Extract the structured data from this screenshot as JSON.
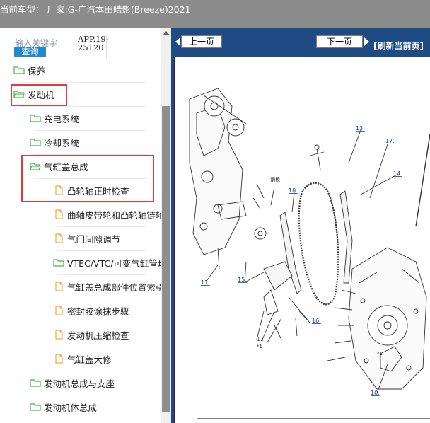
{
  "header": {
    "title": "当前车型： 厂家:G-广汽本田皓影(Breeze)2021"
  },
  "search": {
    "placeholder": "输入关键字",
    "button_label": "查询",
    "app_code_line1": "APP.19-",
    "app_code_line2": "25120"
  },
  "tree": [
    {
      "label": "保养",
      "icon": "folder-icon",
      "level": 0
    },
    {
      "label": "发动机",
      "icon": "folder-open-icon",
      "level": 0
    },
    {
      "label": "充电系统",
      "icon": "folder-icon",
      "level": 1
    },
    {
      "label": "冷却系统",
      "icon": "folder-icon",
      "level": 1
    },
    {
      "label": "气缸盖总成",
      "icon": "folder-open-icon",
      "level": 1
    },
    {
      "label": "凸轮轴正时检查",
      "icon": "document-icon",
      "level": 2
    },
    {
      "label": "曲轴皮带轮和凸轮轴链轮",
      "icon": "document-icon",
      "level": 2
    },
    {
      "label": "气门间隙调节",
      "icon": "document-icon",
      "level": 2
    },
    {
      "label": "VTEC/VTC/可变气缸管理",
      "icon": "folder-icon",
      "level": 2
    },
    {
      "label": "气缸盖总成部件位置索引",
      "icon": "document-icon",
      "level": 2
    },
    {
      "label": "密封胶涂抹步骤",
      "icon": "document-icon",
      "level": 2
    },
    {
      "label": "发动机压缩检查",
      "icon": "document-icon",
      "level": 2
    },
    {
      "label": "气缸盖大修",
      "icon": "document-icon",
      "level": 2
    },
    {
      "label": "发动机总成与支座",
      "icon": "folder-icon",
      "level": 1
    },
    {
      "label": "发动机体总成",
      "icon": "folder-icon",
      "level": 1
    }
  ],
  "viewer": {
    "prev_label": "上一页",
    "next_label": "下一页",
    "refresh_label": "[刷新当前页]"
  },
  "diagram": {
    "callouts": [
      "13.",
      "17.",
      "18.",
      "14.",
      "11.",
      "15.",
      "16.",
      "12",
      "10."
    ],
    "small_label": "钢板",
    "small_marks": [
      "*1",
      "*1"
    ]
  },
  "colors": {
    "topbar": "#8c8c8c",
    "viewer_bg": "#1e4b84",
    "highlight": "#e23b3b",
    "button": "#1f8ad0",
    "folder": "#4caf50",
    "document": "#f2a640"
  }
}
